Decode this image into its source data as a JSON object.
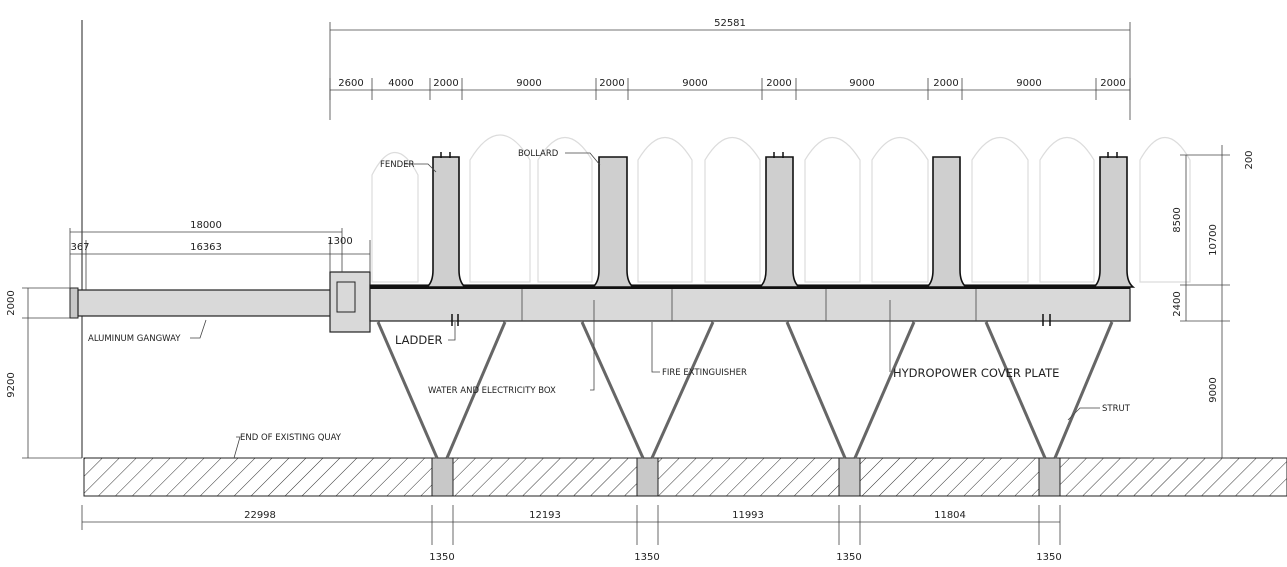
{
  "top_dimensions": {
    "overall": "52581",
    "segments": [
      "2600",
      "4000",
      "2000",
      "9000",
      "2000",
      "9000",
      "2000",
      "9000",
      "2000",
      "9000",
      "2000"
    ]
  },
  "gangway_dimensions": {
    "total": "18000",
    "left": "367",
    "middle": "16363",
    "right": "1300"
  },
  "left_dimensions": {
    "upper": "2000",
    "lower": "9200"
  },
  "right_dimensions": {
    "top": "200",
    "upper": "8500",
    "total_upper": "10700",
    "middle": "2400",
    "lower": "9000"
  },
  "bottom_dimensions": {
    "spans": [
      "22998",
      "12193",
      "11993",
      "11804"
    ],
    "pile_widths": [
      "1350",
      "1350",
      "1350",
      "1350"
    ]
  },
  "labels": {
    "fender": "FENDER",
    "bollard": "BOLLARD",
    "aluminum_gangway": "ALUMINUM GANGWAY",
    "ladder": "LADDER",
    "water_electricity": "WATER AND ELECTRICITY BOX",
    "fire_extinguisher": "FIRE EXTINGUISHER",
    "hydropower": "HYDROPOWER COVER PLATE",
    "strut": "STRUT",
    "end_quay": "END OF EXISTING QUAY"
  },
  "colors": {
    "line": "#222222",
    "deck_fill": "#d9d9d9",
    "pile_fill": "#c8c8c8",
    "boat_outline": "#dcdcdc"
  }
}
